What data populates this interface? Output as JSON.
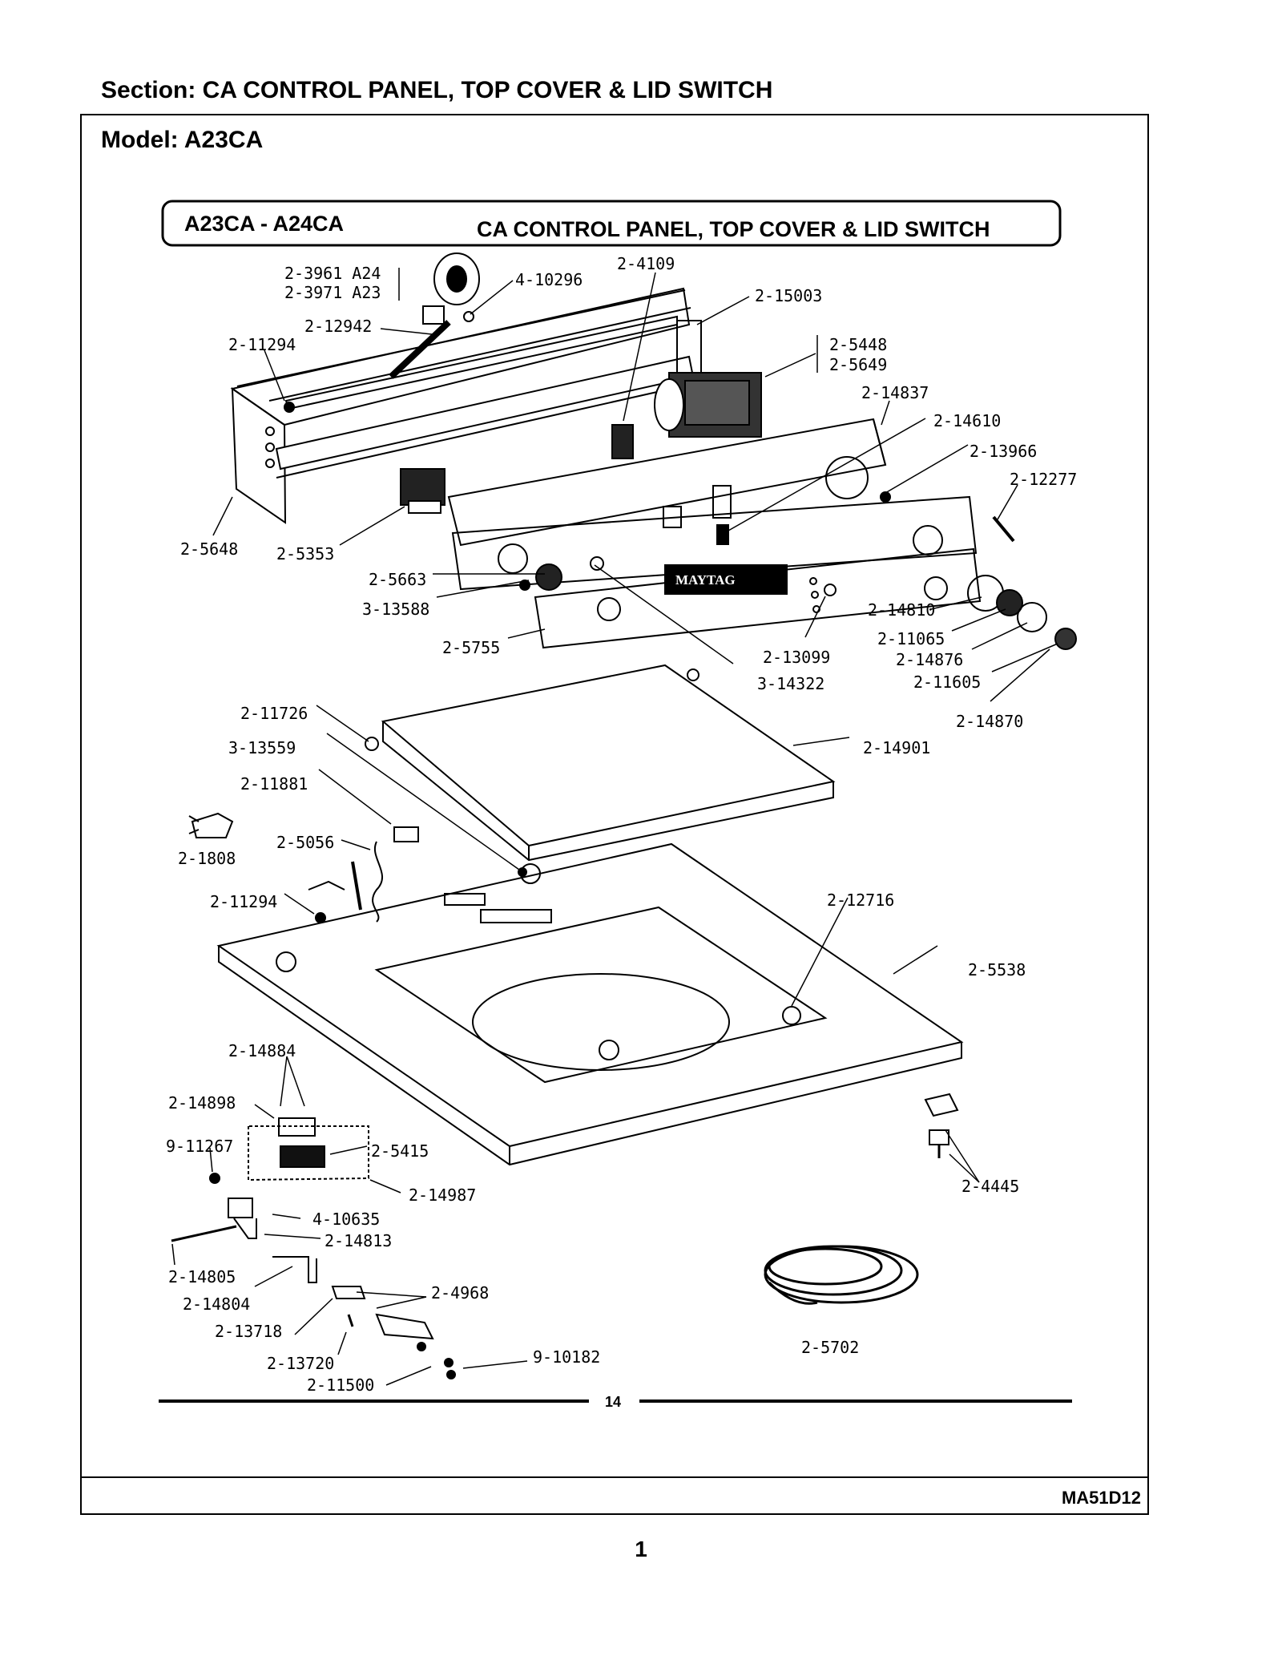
{
  "header": {
    "section": "Section:  CA CONTROL PANEL, TOP COVER & LID SWITCH",
    "model": "Model:  A23CA"
  },
  "diagram": {
    "banner_left": "A23CA - A24CA",
    "banner_right": "CA CONTROL PANEL, TOP COVER & LID SWITCH",
    "brand": "MAYTAG",
    "page_marker": "14",
    "callouts": {
      "p_3961": "2-3961 A24",
      "p_3971": "2-3971 A23",
      "p_4_10296": "4-10296",
      "p_4109": "2-4109",
      "p_15003": "2-15003",
      "p_12942": "2-12942",
      "p_11294a": "2-11294",
      "p_5448": "2-5448",
      "p_5649": "2-5649",
      "p_14837": "2-14837",
      "p_14610": "2-14610",
      "p_13966": "2-13966",
      "p_12277": "2-12277",
      "p_5648": "2-5648",
      "p_5353": "2-5353",
      "p_5663": "2-5663",
      "p_3_13588": "3-13588",
      "p_5755": "2-5755",
      "p_14810": "2-14810",
      "p_11065": "2-11065",
      "p_14876": "2-14876",
      "p_11605": "2-11605",
      "p_13099": "2-13099",
      "p_3_14322": "3-14322",
      "p_14870": "2-14870",
      "p_11726": "2-11726",
      "p_3_13559": "3-13559",
      "p_14901": "2-14901",
      "p_11881": "2-11881",
      "p_1808": "2-1808",
      "p_5056": "2-5056",
      "p_11294b": "2-11294",
      "p_12716": "2-12716",
      "p_5538": "2-5538",
      "p_14884": "2-14884",
      "p_14898": "2-14898",
      "p_9_11267": "9-11267",
      "p_5415": "2-5415",
      "p_14987": "2-14987",
      "p_4_10635": "4-10635",
      "p_14813": "2-14813",
      "p_14805": "2-14805",
      "p_14804": "2-14804",
      "p_4968": "2-4968",
      "p_13718": "2-13718",
      "p_13720": "2-13720",
      "p_11500": "2-11500",
      "p_9_10182": "9-10182",
      "p_4445": "2-4445",
      "p_5702": "2-5702"
    }
  },
  "footer": {
    "doc_code": "MA51D12",
    "page_number": "1"
  }
}
